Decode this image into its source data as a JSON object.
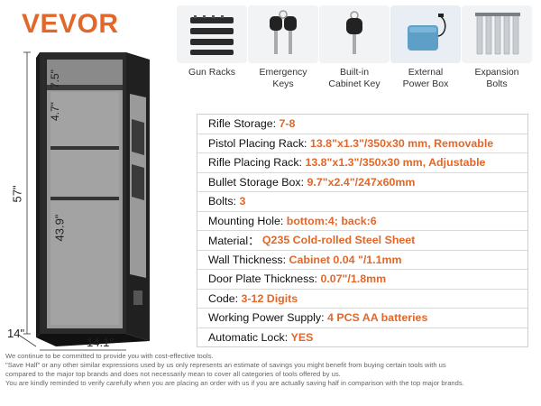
{
  "brand": {
    "name": "VEVOR",
    "color": "#e2672a"
  },
  "accessories": [
    {
      "label": "Gun Racks",
      "icon": "gun-racks-icon"
    },
    {
      "label": "Emergency\nKeys",
      "icon": "keys-icon"
    },
    {
      "label": "Built-in\nCabinet Key",
      "icon": "cabinet-key-icon"
    },
    {
      "label": "External\nPower Box",
      "icon": "power-box-icon"
    },
    {
      "label": "Expansion\nBolts",
      "icon": "bolts-icon"
    }
  ],
  "dimensions": {
    "top_gap": "7.5\"",
    "second_gap": "4.7\"",
    "height": "57\"",
    "inner_height": "43.9\"",
    "depth": "14\"",
    "width": "14.1\""
  },
  "specs": [
    {
      "key": "Rifle Storage:",
      "value": "7-8"
    },
    {
      "key": "Pistol Placing Rack:",
      "value": "13.8\"x1.3\"/350x30 mm, Removable"
    },
    {
      "key": "Rifle Placing Rack:",
      "value": "13.8\"x1.3\"/350x30 mm, Adjustable"
    },
    {
      "key": "Bullet Storage Box:",
      "value": "9.7\"x2.4\"/247x60mm"
    },
    {
      "key": "Bolts:",
      "value": "3"
    },
    {
      "key": "Mounting Hole:",
      "value": "bottom:4; back:6"
    },
    {
      "key": "Material：",
      "value": "Q235 Cold-rolled Steel Sheet"
    },
    {
      "key": "Wall Thickness:",
      "value": "Cabinet 0.04 \"/1.1mm"
    },
    {
      "key": "Door Plate Thickness:",
      "value": "0.07\"/1.8mm"
    },
    {
      "key": "Code:",
      "value": "3-12 Digits"
    },
    {
      "key": "Working Power Supply:",
      "value": "4 PCS AA batteries"
    },
    {
      "key": "Automatic Lock:",
      "value": "YES"
    }
  ],
  "footer": [
    "We continue to be committed to provide you with cost-effective tools.",
    "\"Save Half\" or any other similar expressions used by us only represents an estimate of savings you might benefit from buying certain tools with us",
    "compared to the major top brands and does not necessarily mean to cover all categories of tools offered by us.",
    "You are kindly reminded to verify carefully when you are placing an order with us if you are actually saving half in comparison with the top major brands."
  ]
}
